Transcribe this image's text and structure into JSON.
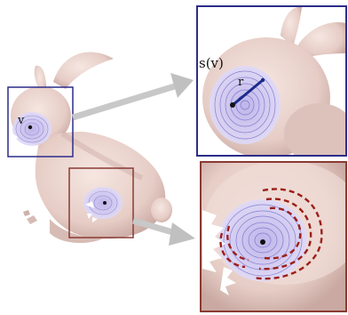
{
  "labels": {
    "v": "v",
    "s_of_v": "s(v)",
    "r": "r"
  },
  "colors": {
    "bunny_skin": "#ead4ce",
    "bunny_shadow": "#c9a9a2",
    "patch_fill": "#c8c2ee",
    "patch_stroke": "#6c62c4",
    "blue_frame": "#2c2d8a",
    "red_frame": "#8a3a32",
    "dashed_contour": "#9c1f1a",
    "geodesic": "#1a2a8c",
    "arrow": "#c0c0c0"
  },
  "icons": {
    "zoom_arrows": "callout-arrow"
  }
}
